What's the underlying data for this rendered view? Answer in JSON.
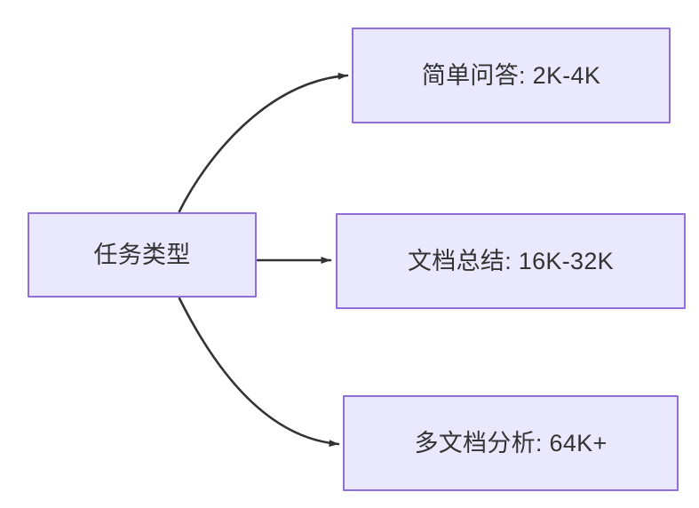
{
  "diagram": {
    "type": "flowchart",
    "direction": "left-to-right",
    "background_color": "#ffffff",
    "node_fill_color": "#eae8fc",
    "node_border_color": "#9070d8",
    "node_text_color": "#333333",
    "edge_color": "#333333",
    "nodes": [
      {
        "id": "root",
        "label": "任务类型"
      },
      {
        "id": "simple-qa",
        "label": "简单问答: 2K-4K"
      },
      {
        "id": "doc-summary",
        "label": "文档总结: 16K-32K"
      },
      {
        "id": "multi-doc",
        "label": "多文档分析: 64K+"
      }
    ],
    "edges": [
      {
        "from": "root",
        "to": "simple-qa",
        "label": "",
        "style": "curved-arrow"
      },
      {
        "from": "root",
        "to": "doc-summary",
        "label": "",
        "style": "straight-arrow"
      },
      {
        "from": "root",
        "to": "multi-doc",
        "label": "",
        "style": "curved-arrow"
      }
    ]
  }
}
